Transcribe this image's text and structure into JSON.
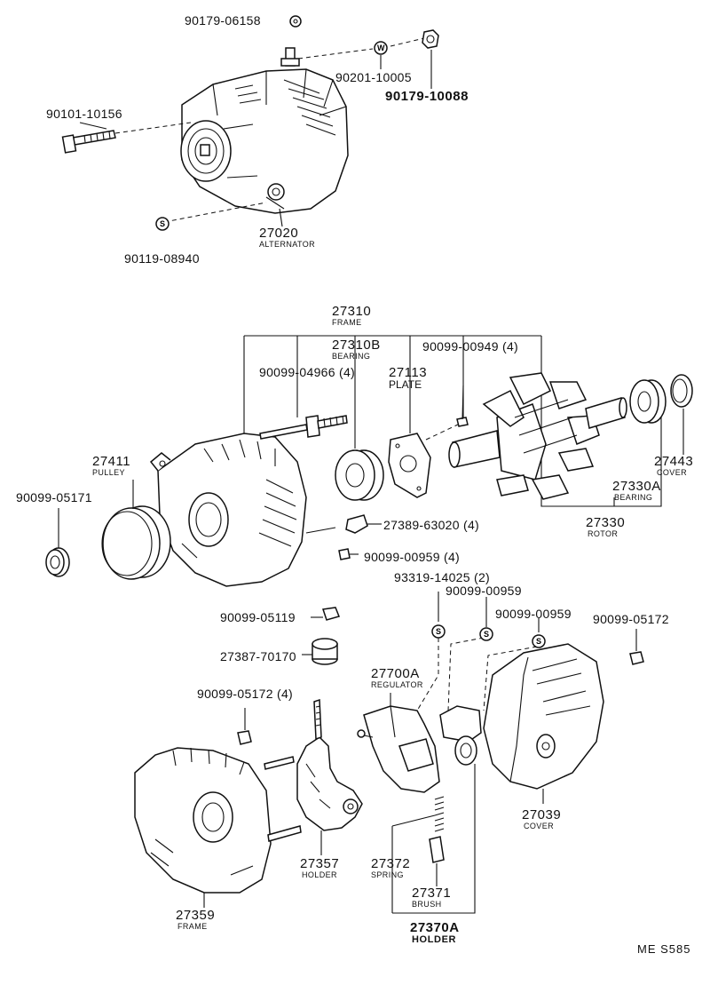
{
  "parts": {
    "p90179_06158": "90179-06158",
    "p90201_10005": "90201-10005",
    "p90179_10088": "90179-10088",
    "p90101_10156": "90101-10156",
    "p27020": "27020",
    "n_alternator": "ALTERNATOR",
    "p90119_08940": "90119-08940",
    "p27310": "27310",
    "n_frame_top": "FRAME",
    "p27310b": "27310B",
    "n_bearing_top": "BEARING",
    "p90099_00949": "90099-00949 (4)",
    "p90099_04966": "90099-04966 (4)",
    "p27113": "27113",
    "n_plate": "PLATE",
    "p27411": "27411",
    "n_pulley": "PULLEY",
    "p90099_05171": "90099-05171",
    "p27443": "27443",
    "n_cover_right": "COVER",
    "p27330a": "27330A",
    "n_bearing_right": "BEARING",
    "p27330": "27330",
    "n_rotor": "ROTOR",
    "p27389_63020": "27389-63020 (4)",
    "p90099_00959_4": "90099-00959 (4)",
    "p93319_14025": "93319-14025 (2)",
    "p90099_00959_a": "90099-00959",
    "p90099_00959_b": "90099-00959",
    "p90099_05172": "90099-05172",
    "p90099_05119": "90099-05119",
    "p27387_70170": "27387-70170",
    "p27700a": "27700A",
    "n_regulator": "REGULATOR",
    "p90099_05172_4": "90099-05172 (4)",
    "p27039": "27039",
    "n_cover_bottom": "COVER",
    "p27357": "27357",
    "n_holder_357": "HOLDER",
    "p27372": "27372",
    "n_spring": "SPRING",
    "p27371": "27371",
    "n_brush": "BRUSH",
    "p27359": "27359",
    "n_frame_bottom": "FRAME",
    "p27370a": "27370A",
    "n_holder_370a": "HOLDER"
  },
  "symbols": {
    "w": "W",
    "s": "S"
  },
  "reference": "ME  S585"
}
